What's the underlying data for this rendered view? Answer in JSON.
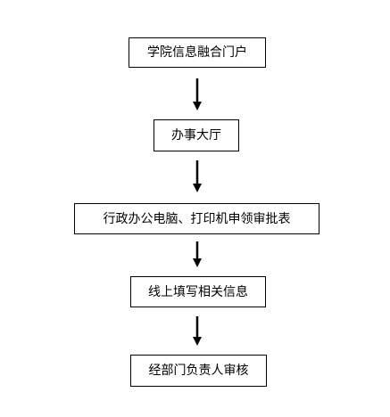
{
  "flowchart": {
    "steps": [
      {
        "label": "学院信息融合门户"
      },
      {
        "label": "办事大厅"
      },
      {
        "label": "行政办公电脑、打印机申领审批表"
      },
      {
        "label": "线上填写相关信息"
      },
      {
        "label": "经部门负责人审核"
      }
    ],
    "colors": {
      "border": "#000000",
      "arrow": "#000000",
      "text": "#000000",
      "background": "#ffffff"
    }
  }
}
